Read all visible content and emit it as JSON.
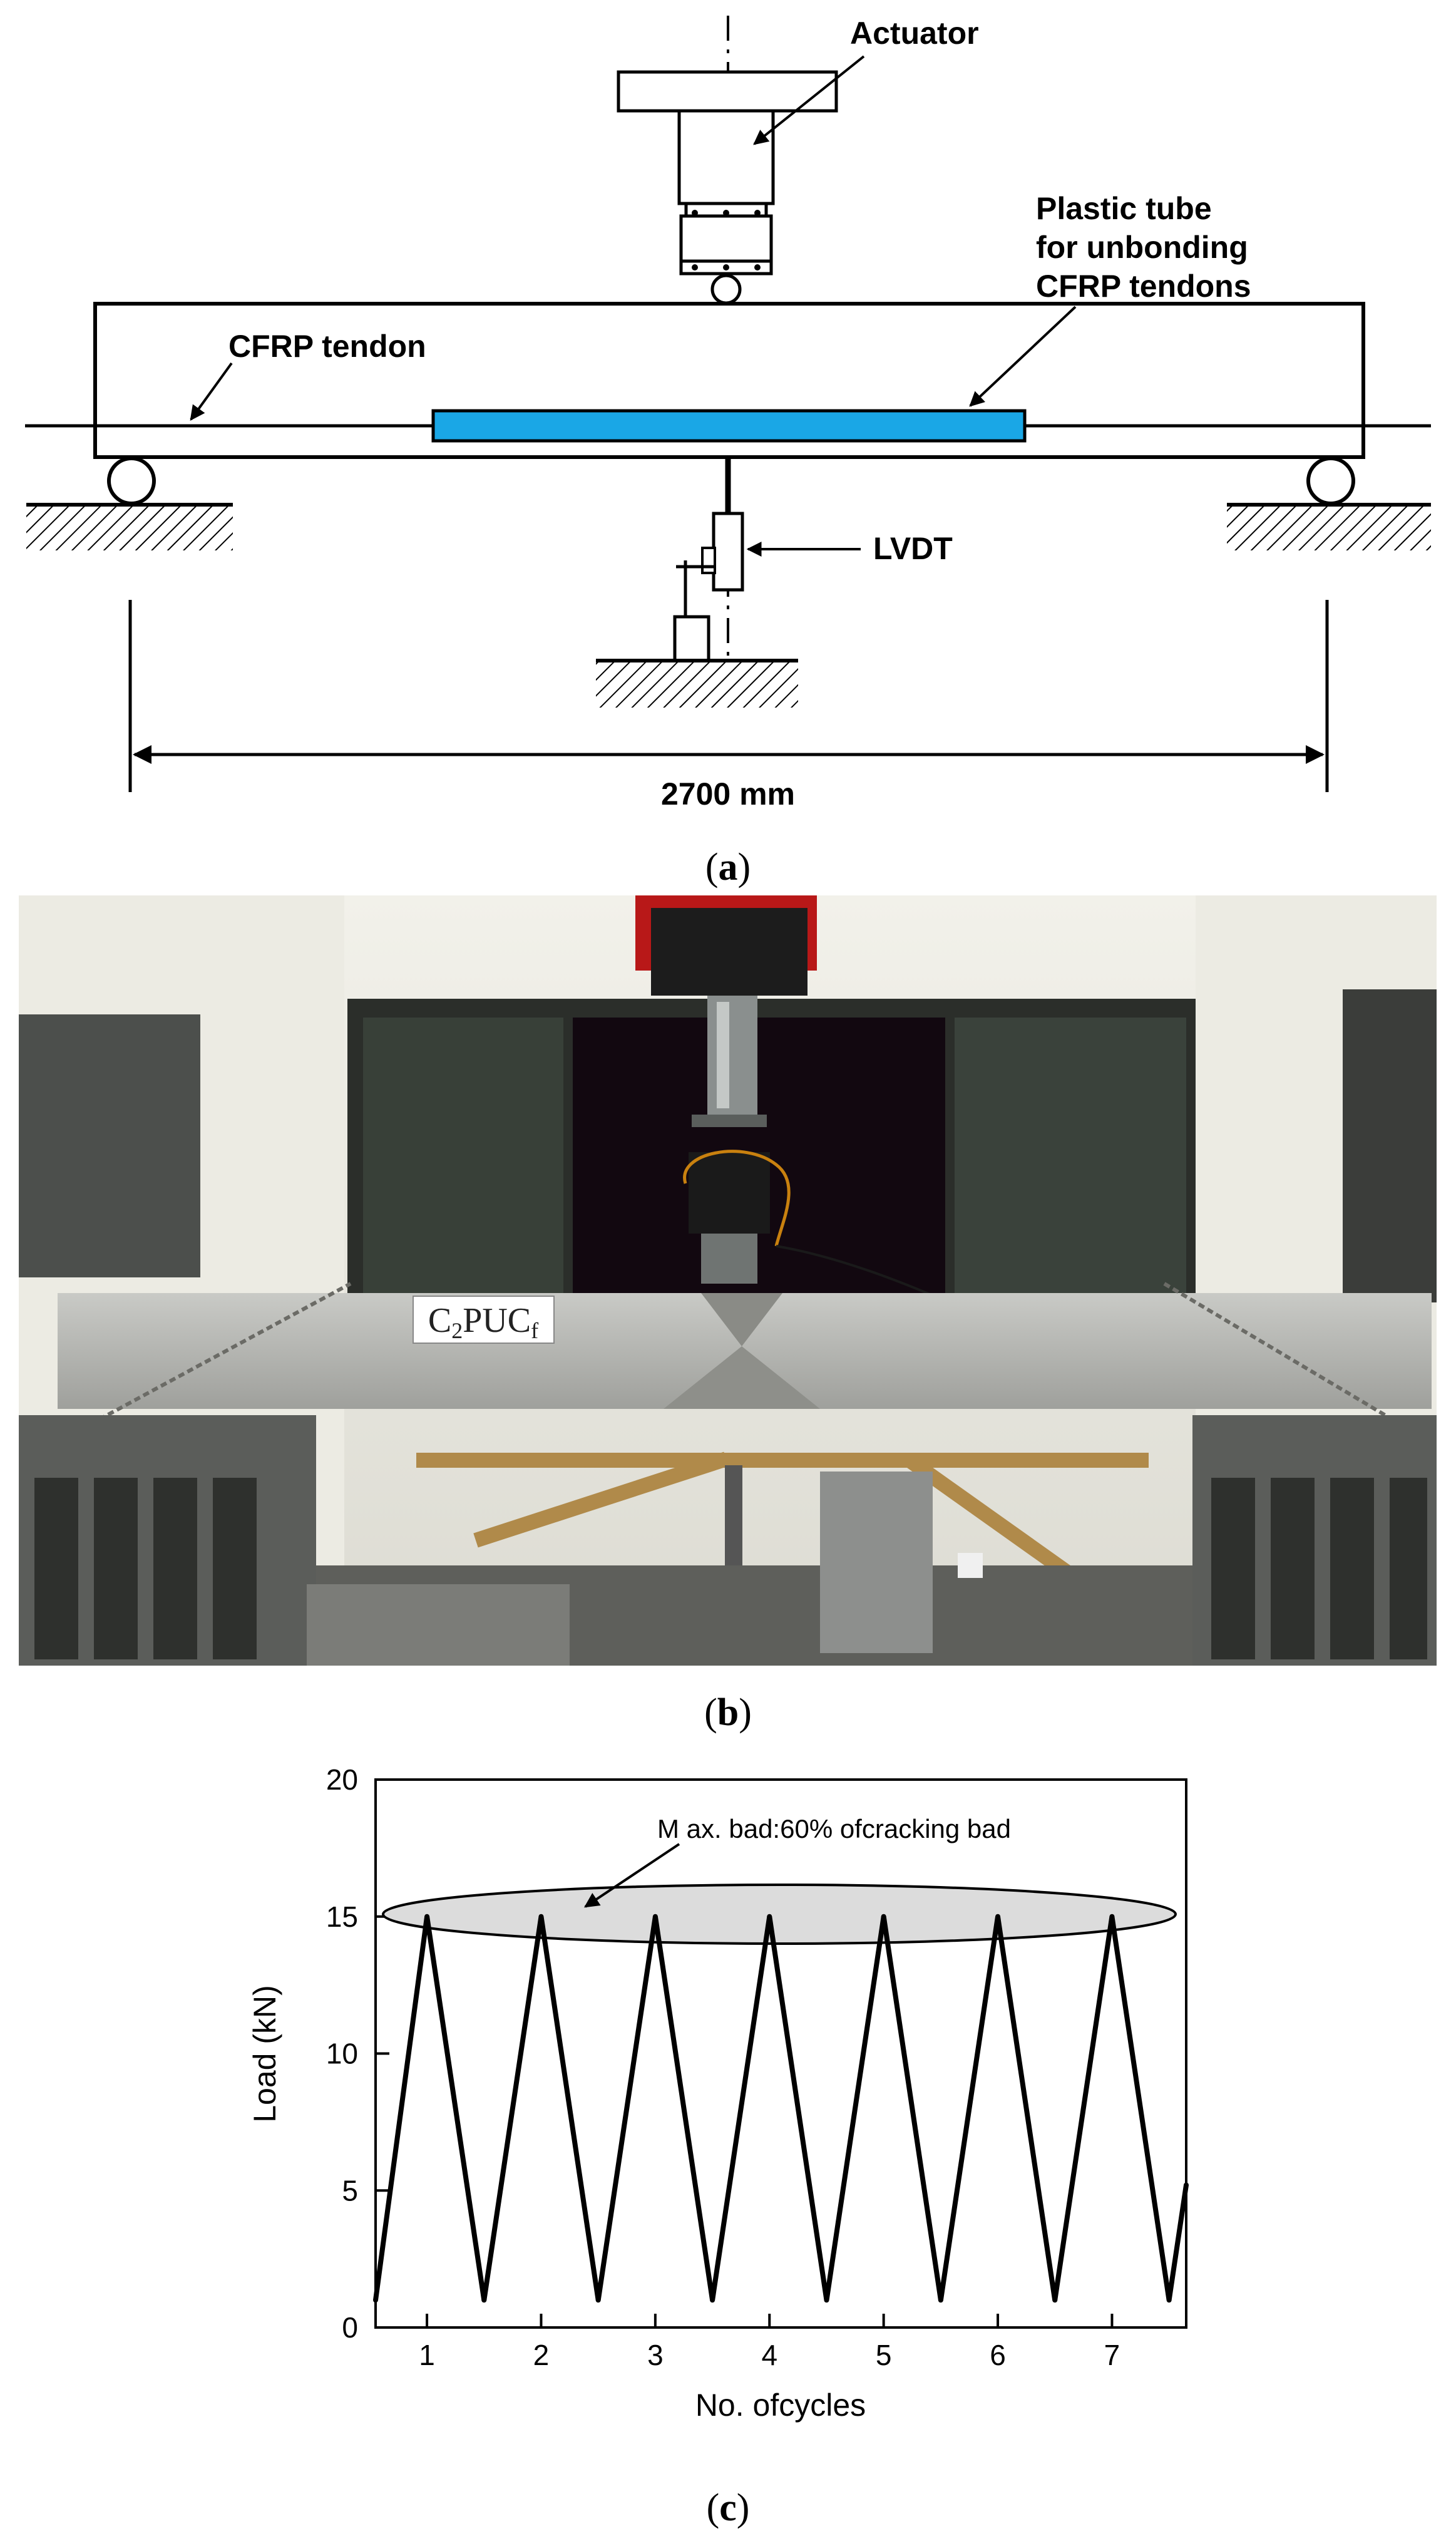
{
  "panel_a": {
    "caption_letter": "a",
    "labels": {
      "actuator": "Actuator",
      "plastic_tube_line1": "Plastic tube",
      "plastic_tube_line2": "for unbonding",
      "plastic_tube_line3": "CFRP tendons",
      "cfrp_tendon": "CFRP tendon",
      "lvdt": "LVDT",
      "span": "2700 mm"
    },
    "colors": {
      "plastic_tube": "#1aa7e6"
    }
  },
  "panel_b": {
    "caption_letter": "b",
    "specimen_tag": "C2PUCf"
  },
  "panel_c": {
    "caption_letter": "c"
  },
  "chart_data": {
    "type": "line",
    "xlabel": "No. ofcycles",
    "ylabel": "Load (kN)",
    "xlim": [
      0.55,
      7.65
    ],
    "ylim": [
      0,
      20
    ],
    "xticks": [
      1,
      2,
      3,
      4,
      5,
      6,
      7
    ],
    "yticks": [
      0,
      5,
      10,
      15,
      20
    ],
    "series": [
      {
        "x": [
          0.55,
          1.0,
          1.5,
          2.0,
          2.5,
          3.0,
          3.5,
          4.0,
          4.5,
          5.0,
          5.5,
          6.0,
          6.5,
          7.0,
          7.5,
          7.65
        ],
        "y": [
          1,
          15,
          1,
          15,
          1,
          15,
          1,
          15,
          1,
          15,
          1,
          15,
          1,
          15,
          1,
          5.2
        ]
      }
    ],
    "annotation": "M ax. bad:60%  ofcracking bad",
    "grid": false
  }
}
